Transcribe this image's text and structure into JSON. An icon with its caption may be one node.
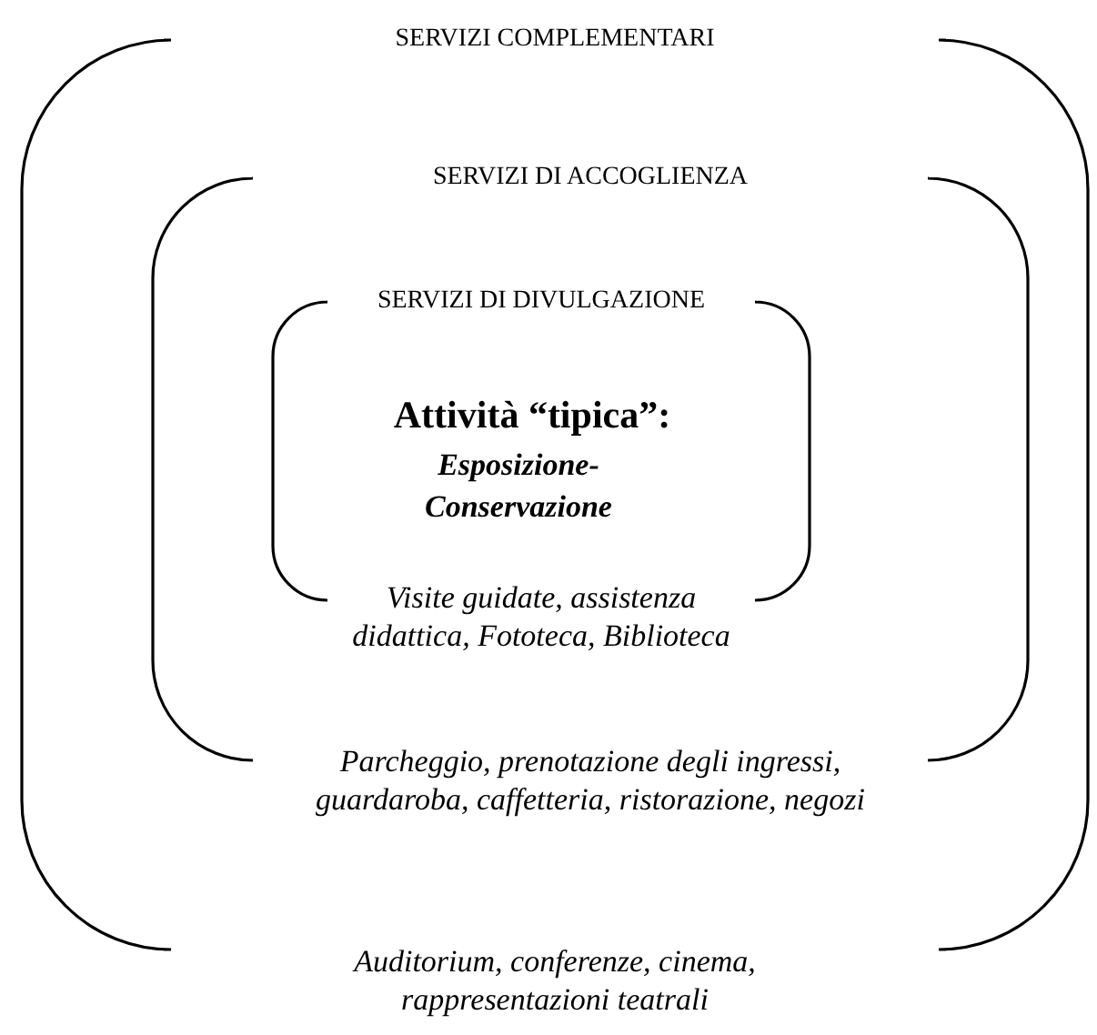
{
  "diagram": {
    "nodes": [
      {
        "text": [
          "SERVIZI COMPLEMENTARI",
          "Auditorium, conferenze, cinema, rappresentazioni teatrali"
        ]
      },
      {
        "text": [
          "SERVIZI DI ACCOGLIENZA",
          "Parcheggio, prenotazione degli ingressi, guardaroba, caffetteria, ristorazione, negozi"
        ],
        "in": 0
      },
      {
        "text": [
          "SERVIZI DI DIVULGAZIONE",
          "Attività “tipica”:",
          "Esposizione-Conservazione",
          "Visite guidate, assistenza didattica, Fototeca, Biblioteca"
        ],
        "in": 1
      }
    ]
  }
}
